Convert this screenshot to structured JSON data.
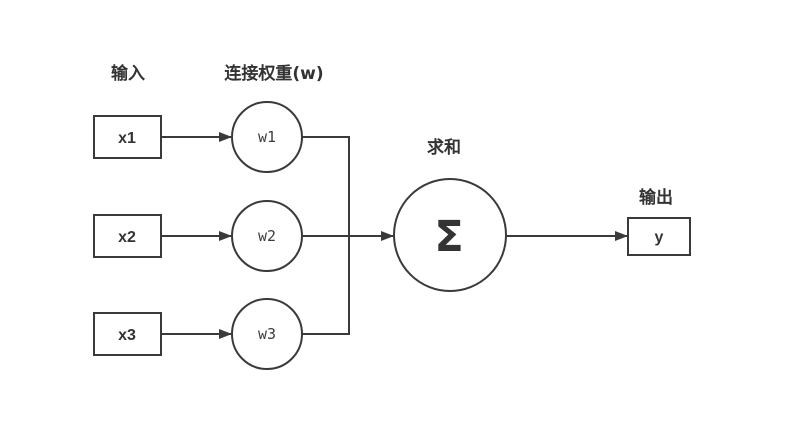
{
  "diagram": {
    "section_labels": {
      "input": "输入",
      "weights": "连接权重(w)",
      "sum": "求和",
      "output": "输出"
    },
    "input_nodes": [
      {
        "label": "x1"
      },
      {
        "label": "x2"
      },
      {
        "label": "x3"
      }
    ],
    "weight_nodes": [
      {
        "label": "w1"
      },
      {
        "label": "w2"
      },
      {
        "label": "w3"
      }
    ],
    "sum_node": {
      "symbol": "Σ"
    },
    "output_node": {
      "label": "y"
    },
    "colors": {
      "stroke": "#3a3a3a",
      "text": "#333333",
      "background": "#ffffff"
    }
  }
}
